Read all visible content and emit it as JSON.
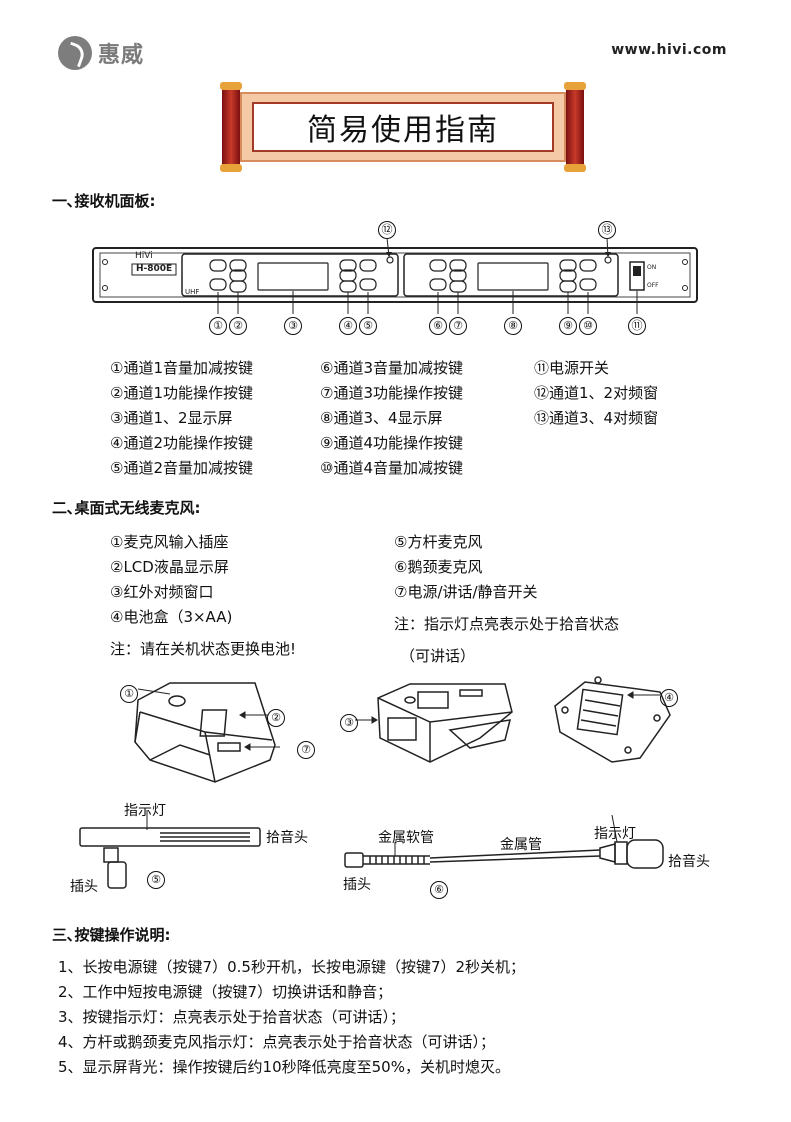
{
  "header": {
    "brand_name": "惠威",
    "website": "www.hivi.com"
  },
  "title": "简易使用指南",
  "section1": {
    "heading": "一､接收机面板:",
    "panel": {
      "brand": "HiVi",
      "model": "H-800E",
      "band": "UHF",
      "power_on": "ON",
      "power_off": "OFF",
      "callouts_bottom": [
        "①",
        "②",
        "③",
        "④",
        "⑤",
        "⑥",
        "⑦",
        "⑧",
        "⑨",
        "⑩",
        "⑪"
      ],
      "callouts_top": [
        "⑫",
        "⑬"
      ]
    },
    "legend_col1": [
      "①通道1音量加减按键",
      "②通道1功能操作按键",
      "③通道1、2显示屏",
      "④通道2功能操作按键",
      "⑤通道2音量加减按键"
    ],
    "legend_col2": [
      "⑥通道3音量加减按键",
      "⑦通道3功能操作按键",
      "⑧通道3、4显示屏",
      "⑨通道4功能操作按键",
      "⑩通道4音量加减按键"
    ],
    "legend_col3": [
      "⑪电源开关",
      "⑫通道1、2对频窗",
      "⑬通道3、4对频窗"
    ]
  },
  "section2": {
    "heading": "二､桌面式无线麦克风:",
    "legend_col1": [
      "①麦克风输入插座",
      "②LCD液晶显示屏",
      "③红外对频窗口",
      "④电池盒（3×AA)"
    ],
    "legend_col2": [
      "⑤方杆麦克风",
      "⑥鹅颈麦克风",
      "⑦电源/讲话/静音开关"
    ],
    "note_left": "注：请在关机状态更换电池!",
    "note_right_1": "注：指示灯点亮表示处于拾音状态",
    "note_right_2": "（可讲话）",
    "fig_callouts": {
      "c1": "①",
      "c2": "②",
      "c7": "⑦",
      "c3": "③",
      "c4": "④",
      "c5": "⑤",
      "c6": "⑥"
    },
    "mic5": {
      "indicator": "指示灯",
      "head": "拾音头",
      "plug": "插头"
    },
    "mic6": {
      "hose": "金属软管",
      "tube": "金属管",
      "indicator": "指示灯",
      "head": "拾音头",
      "plug": "插头"
    }
  },
  "section3": {
    "heading": "三､按键操作说明:",
    "items": [
      "1、长按电源键（按键7）0.5秒开机，长按电源键（按键7）2秒关机；",
      "2、工作中短按电源键（按键7）切换讲话和静音；",
      "3、按键指示灯：点亮表示处于拾音状态（可讲话）；",
      "4、方杆或鹅颈麦克风指示灯：点亮表示处于拾音状态（可讲话）；",
      "5、显示屏背光：操作按键后约10秒降低亮度至50%，关机时熄灭。"
    ]
  },
  "colors": {
    "scroll_rod": "#b52a1f",
    "scroll_paper": "#f3c9a6",
    "brand_gray": "#7a7a7a"
  }
}
